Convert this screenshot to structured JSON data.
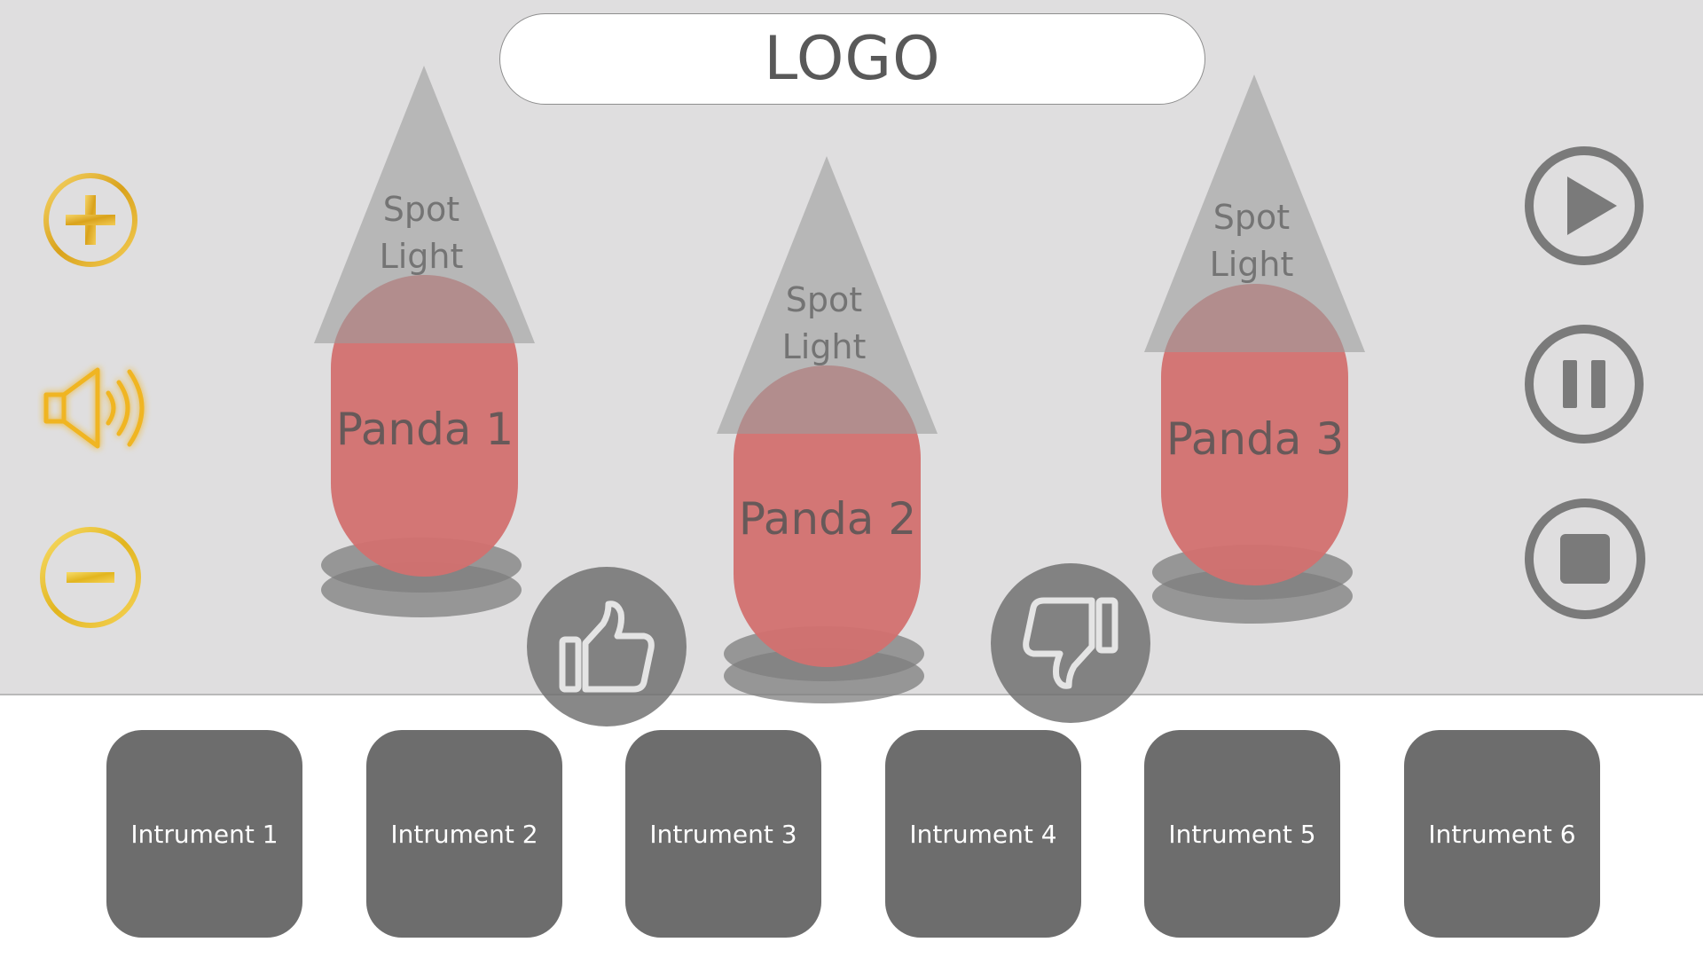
{
  "header": {
    "logo_text": "LOGO"
  },
  "stage": {
    "spotlight_label_line1": "Spot",
    "spotlight_label_line2": "Light",
    "pandas": [
      {
        "label": "Panda 1"
      },
      {
        "label": "Panda 2"
      },
      {
        "label": "Panda 3"
      }
    ]
  },
  "volume_controls": {
    "volume_up_icon": "plus-circle-icon",
    "speaker_icon": "speaker-icon",
    "volume_down_icon": "minus-circle-icon"
  },
  "playback_controls": {
    "play_icon": "play-icon",
    "pause_icon": "pause-icon",
    "stop_icon": "stop-icon"
  },
  "vote": {
    "like_icon": "thumbs-up-icon",
    "dislike_icon": "thumbs-down-icon"
  },
  "instruments": [
    {
      "label": "Intrument 1"
    },
    {
      "label": "Intrument 2"
    },
    {
      "label": "Intrument 3"
    },
    {
      "label": "Intrument 4"
    },
    {
      "label": "Intrument 5"
    },
    {
      "label": "Intrument 6"
    }
  ],
  "colors": {
    "stage_bg": "#dfdedf",
    "panda": "#d2706f",
    "spotlight": "#a8a8a8",
    "gold": "#e0b020",
    "control_gray": "#7a7a7a",
    "instrument_bg": "#6d6d6d"
  }
}
